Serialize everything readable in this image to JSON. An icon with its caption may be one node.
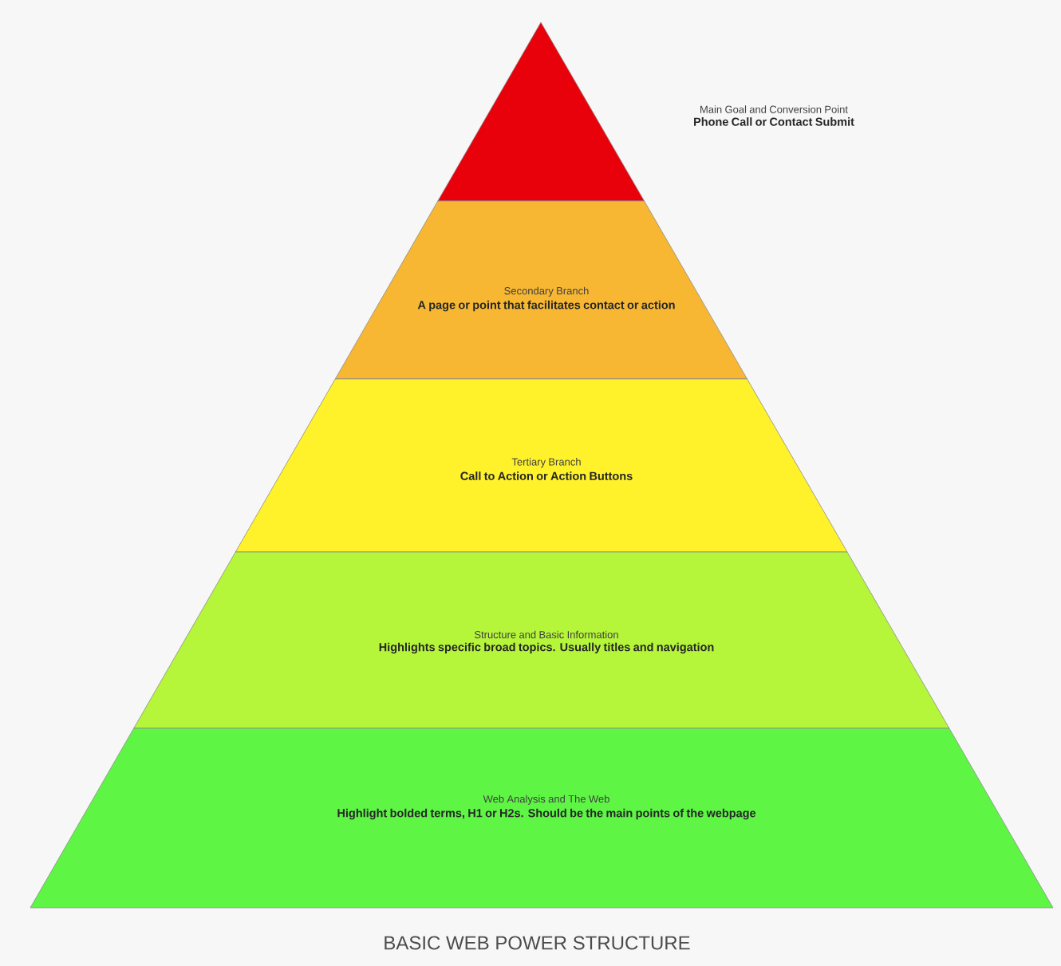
{
  "diagram": {
    "caption": "BASIC WEB POWER STRUCTURE",
    "nodes": [
      {
        "text": [],
        "shape": "triangle",
        "beside": [
          "Main Goal and Conversion Point",
          "Phone Call or Contact Submit"
        ]
      },
      {
        "text": [
          "Secondary Branch",
          "A page or point that facilitates contact or action"
        ]
      },
      {
        "text": [
          "Tertiary Branch",
          "Call to Action or Action Buttons"
        ]
      },
      {
        "text": [
          "Structure and Basic Information",
          "Highlights specific broad topics. Usually titles and navigation"
        ]
      },
      {
        "text": [
          "Web Analysis and The Web",
          "Highlight bolded terms, H1 or H2s. Should be the main points of the webpage"
        ]
      }
    ]
  }
}
